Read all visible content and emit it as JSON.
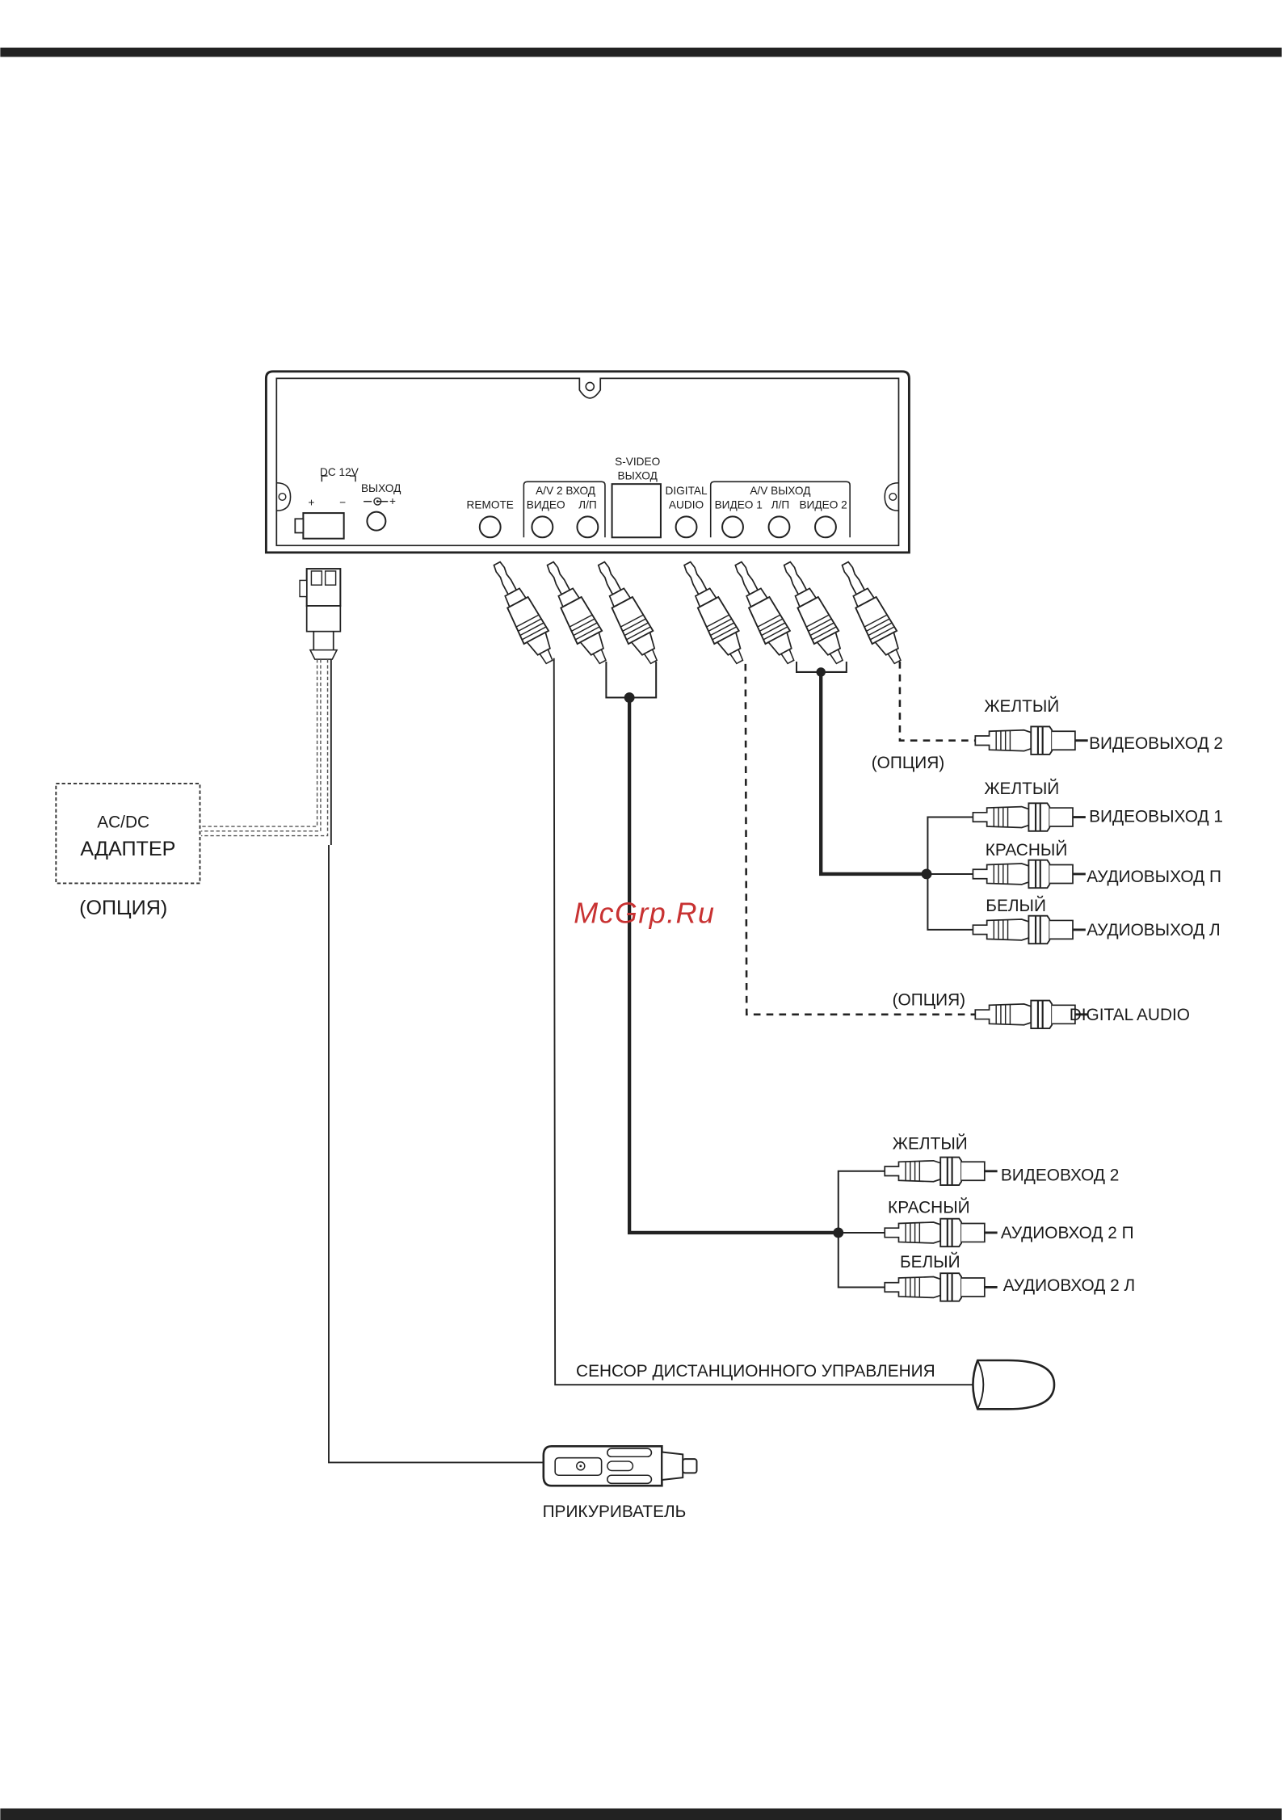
{
  "panel": {
    "dc_12v": "DC  12V",
    "plus": "+",
    "minus": "−",
    "dc_out": "ВЫХОД",
    "remote": "REMOTE",
    "av2_in": "A/V 2  ВХОД",
    "av2_video": "ВИДЕО",
    "av2_lr": "Л/П",
    "svideo": "S-VIDEO",
    "svideo_out": "ВЫХОД",
    "digital": "DIGITAL",
    "audio": "AUDIO",
    "av_out": "A/V  ВЫХОД",
    "video1": "ВИДЕО 1",
    "av_lr": "Л/П",
    "video2": "ВИДЕО 2"
  },
  "adapter": {
    "line1": "AC/DC",
    "line2": "АДАПТЕР",
    "option": "(ОПЦИЯ)"
  },
  "outputs": {
    "video2_color": "ЖЕЛТЫЙ",
    "video2_label": "ВИДЕОВЫХОД 2",
    "video2_option": "(ОПЦИЯ)",
    "video1_color": "ЖЕЛТЫЙ",
    "video1_label": "ВИДЕОВЫХОД 1",
    "audio_r_color": "КРАСНЫЙ",
    "audio_r_label": "АУДИОВЫХОД П",
    "audio_l_color": "БЕЛЫЙ",
    "audio_l_label": "АУДИОВЫХОД Л",
    "digital_option": "(ОПЦИЯ)",
    "digital_label": "DIGITAL AUDIO"
  },
  "inputs": {
    "video_color": "ЖЕЛТЫЙ",
    "video_label": "ВИДЕОВХОД 2",
    "audio_r_color": "КРАСНЫЙ",
    "audio_r_label": "АУДИОВХОД 2 П",
    "audio_l_color": "БЕЛЫЙ",
    "audio_l_label": "АУДИОВХОД 2 Л"
  },
  "sensor_label": "СЕНСОР ДИСТАНЦИОННОГО УПРАВЛЕНИЯ",
  "lighter_label": "ПРИКУРИВАТЕЛЬ",
  "watermark": "McGrp.Ru"
}
